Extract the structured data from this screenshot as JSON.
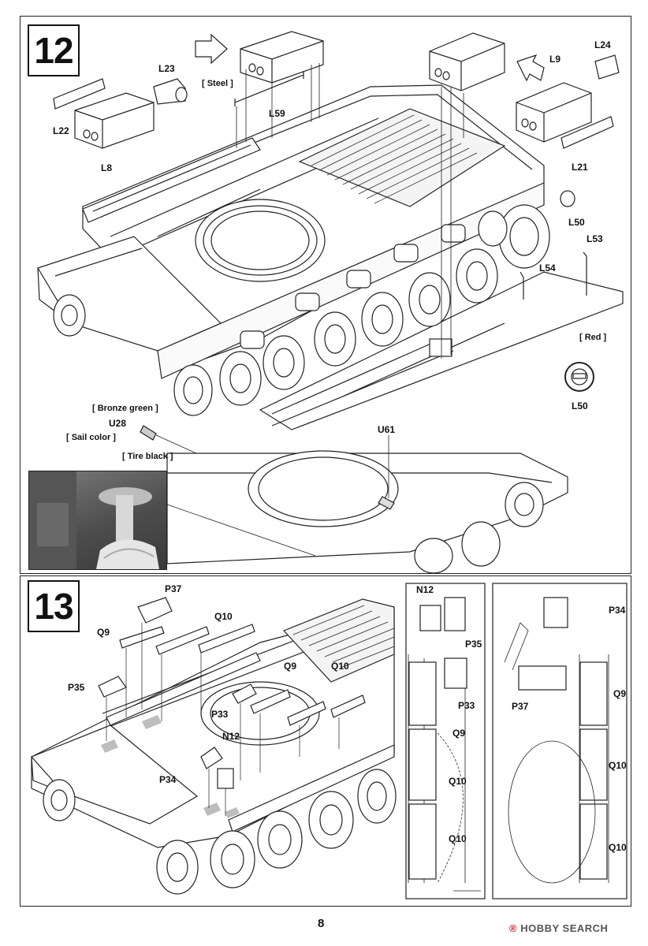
{
  "steps": [
    {
      "number": "12"
    },
    {
      "number": "13"
    }
  ],
  "step12": {
    "labels": {
      "l23": "L23",
      "l22": "L22",
      "l8": "L8",
      "steel": "[ Steel ]",
      "l59": "L59",
      "l24": "L24",
      "l9": "L9",
      "l21": "L21",
      "l50a": "L50",
      "l53": "L53",
      "l54": "L54",
      "red": "[ Red ]",
      "l50b": "L50",
      "bronze": "[ Bronze green ]",
      "u28": "U28",
      "sail": "[ Sail color ]",
      "tire": "[ Tire black ]",
      "u61": "U61"
    }
  },
  "step13": {
    "labels": {
      "p37": "P37",
      "q10a": "Q10",
      "q9a": "Q9",
      "p35": "P35",
      "q9b": "Q9",
      "q10b": "Q10",
      "p33": "P33",
      "n12": "N12",
      "p34": "P34"
    },
    "left_detail": {
      "n12": "N12",
      "p35": "P35",
      "p33": "P33",
      "q9": "Q9",
      "q10a": "Q10",
      "q10b": "Q10"
    },
    "right_detail": {
      "p34": "P34",
      "p37": "P37",
      "q9": "Q9",
      "q10a": "Q10",
      "q10b": "Q10"
    }
  },
  "footer": {
    "page": "8",
    "watermark_icon": "®",
    "watermark_brand": "HOBBY SEARCH"
  }
}
